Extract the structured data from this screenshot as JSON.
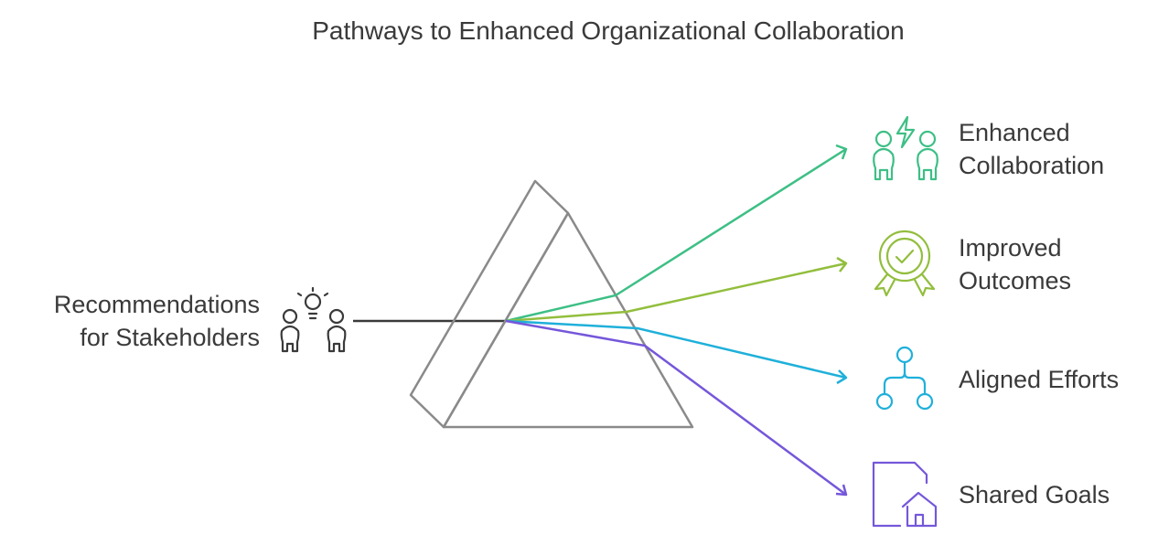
{
  "title": "Pathways to Enhanced Organizational Collaboration",
  "input": {
    "line1": "Recommendations",
    "line2": "for Stakeholders",
    "icon": "people-idea-icon"
  },
  "outputs": [
    {
      "line1": "Enhanced",
      "line2": "Collaboration",
      "icon": "collaboration-people-icon",
      "color": "#3dbf85"
    },
    {
      "line1": "Improved",
      "line2": "Outcomes",
      "icon": "award-badge-icon",
      "color": "#92be3d"
    },
    {
      "line1": "Aligned Efforts",
      "line2": "",
      "icon": "hierarchy-nodes-icon",
      "color": "#1fb0da"
    },
    {
      "line1": "Shared Goals",
      "line2": "",
      "icon": "document-home-icon",
      "color": "#7557da"
    }
  ],
  "colors": {
    "prism": "#8a8a8a",
    "input_beam": "#3a3a3a",
    "text": "#3a3a3a"
  }
}
